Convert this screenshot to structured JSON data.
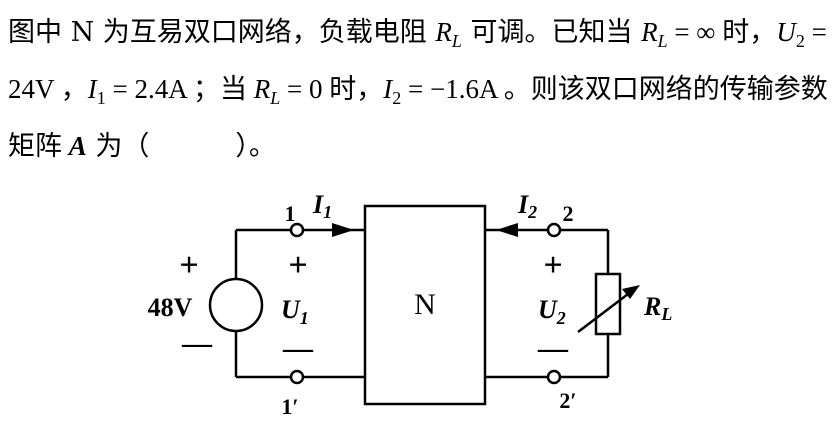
{
  "question": {
    "seg1": "图中 N 为互易双口网络，负载电阻 ",
    "rl_var": "R",
    "rl_sub": "L",
    "seg2": " 可调。已知当 ",
    "seg3": " = ∞ 时，",
    "u2_var": "U",
    "u2_sub": "2",
    "seg4": " = 24V ，",
    "i1_var": "I",
    "i1_sub": "1",
    "seg5": " = 2.4A ；当 ",
    "seg6": " = 0 时，",
    "i2_var": "I",
    "i2_sub": "2",
    "seg7": " = −1.6A 。则该双口网络的传输参数矩阵 ",
    "matrix_var": "A",
    "seg8": " 为（",
    "seg9": "）。"
  },
  "circuit": {
    "network_label": "N",
    "source_label": "48V",
    "node_1": "1",
    "node_1p": "1′",
    "node_2": "2",
    "node_2p": "2′",
    "i1_var": "I",
    "i1_sub": "1",
    "i2_var": "I",
    "i2_sub": "2",
    "u1_var": "U",
    "u1_sub": "1",
    "u2_var": "U",
    "u2_sub": "2",
    "rl_var": "R",
    "rl_sub": "L",
    "plus": "+",
    "minus": "—"
  }
}
